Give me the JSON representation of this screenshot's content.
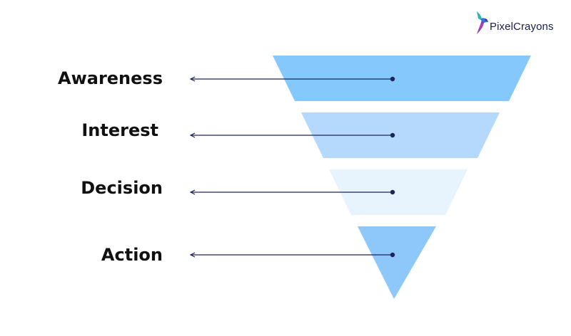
{
  "brand": {
    "name": "PixelCrayons",
    "icon": "hummingbird-icon"
  },
  "funnel": {
    "stages": [
      {
        "label": "Awareness",
        "color": "#85c8fc"
      },
      {
        "label": "Interest",
        "color": "#b4d9fc"
      },
      {
        "label": "Decision",
        "color": "#e7f3fd"
      },
      {
        "label": "Action",
        "color": "#8ec7f9"
      }
    ],
    "connector_color": "#1c2459"
  }
}
